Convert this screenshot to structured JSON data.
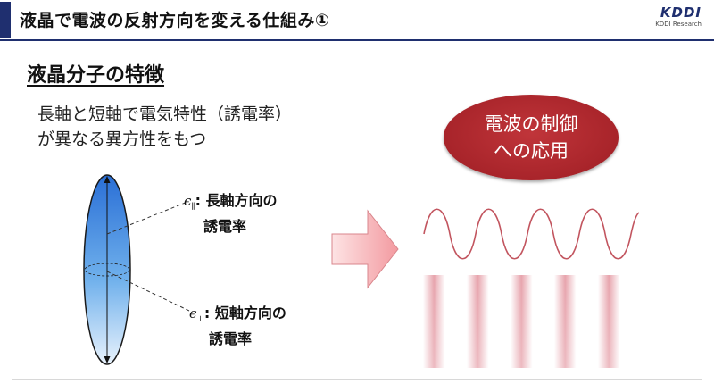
{
  "header": {
    "title": "液晶で電波の反射方向を変える仕組み①",
    "logo_text": "KDDI",
    "logo_subtext": "KDDI Research"
  },
  "section_title": "液晶分子の特徴",
  "description": {
    "line1": "長軸と短軸で電気特性（誘電率）",
    "line2": "が異なる異方性をもつ"
  },
  "callout": {
    "line1": "電波の制御",
    "line2": "への応用"
  },
  "labels": {
    "parallel": {
      "symbol": "ϵ",
      "subscript": "∥",
      "line1": "長軸方向の",
      "line2": "誘電率"
    },
    "perpendicular": {
      "symbol": "ϵ",
      "subscript": "⊥",
      "line1": "短軸方向の",
      "line2": "誘電率"
    }
  },
  "colors": {
    "accent": "#1f2f6f",
    "ellipse_top": "#2a6fd6",
    "ellipse_bottom": "#e8f2fc",
    "bubble": "#a8242a",
    "arrow": "#f7b8bb",
    "wave": "#c2555f"
  }
}
